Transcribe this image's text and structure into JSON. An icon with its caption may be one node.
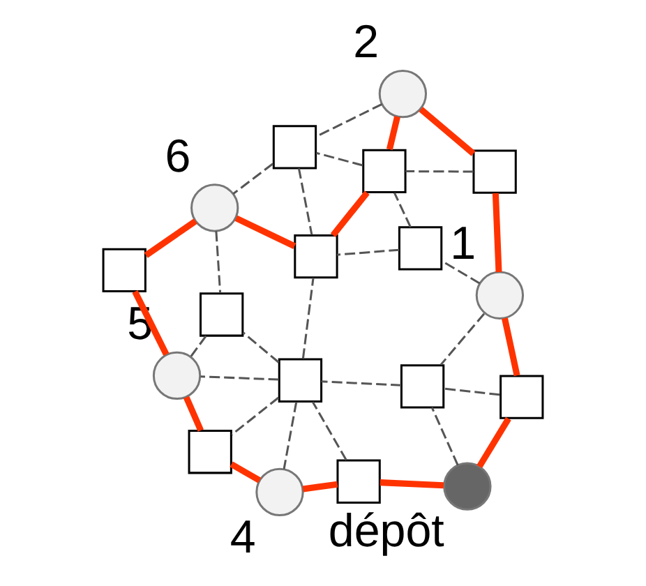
{
  "diagram": {
    "nodes": [
      {
        "text": [],
        "shape": "circle",
        "beside": [
          "dépôt"
        ]
      },
      {
        "text": [],
        "shape": "box"
      },
      {
        "text": [],
        "shape": "box"
      },
      {
        "text": [],
        "shape": "circle",
        "beside": [
          "1"
        ]
      },
      {
        "text": [],
        "shape": "box"
      },
      {
        "text": [],
        "shape": "box"
      },
      {
        "text": [],
        "shape": "box"
      },
      {
        "text": [],
        "shape": "circle",
        "beside": [
          "4"
        ]
      },
      {
        "text": [],
        "shape": "box"
      },
      {
        "text": [],
        "shape": "box"
      },
      {
        "text": [],
        "shape": "circle",
        "beside": [
          "2"
        ]
      },
      {
        "text": [],
        "shape": "box"
      },
      {
        "text": [],
        "shape": "box"
      },
      {
        "text": [],
        "shape": "circle",
        "beside": [
          "5"
        ]
      },
      {
        "text": [],
        "shape": "box"
      },
      {
        "text": [],
        "shape": "box"
      },
      {
        "text": [],
        "shape": "box"
      },
      {
        "text": [],
        "shape": "circle",
        "beside": [
          "6"
        ]
      }
    ],
    "edges": [
      {
        "from": 0,
        "to": 1,
        "arrow": "none",
        "style": "thick",
        "color": "#ff3300"
      },
      {
        "from": 1,
        "to": 3,
        "arrow": "none",
        "style": "thick",
        "color": "#ff3300"
      },
      {
        "from": 3,
        "to": 6,
        "arrow": "none",
        "style": "thick",
        "color": "#ff3300"
      },
      {
        "from": 6,
        "to": 10,
        "arrow": "none",
        "style": "thick",
        "color": "#ff3300"
      },
      {
        "from": 10,
        "to": 9,
        "arrow": "none",
        "style": "thick",
        "color": "#ff3300"
      },
      {
        "from": 9,
        "to": 11,
        "arrow": "none",
        "style": "thick",
        "color": "#ff3300"
      },
      {
        "from": 11,
        "to": 17,
        "arrow": "none",
        "style": "thick",
        "color": "#ff3300"
      },
      {
        "from": 17,
        "to": 16,
        "arrow": "none",
        "style": "thick",
        "color": "#ff3300"
      },
      {
        "from": 16,
        "to": 13,
        "arrow": "none",
        "style": "thick",
        "color": "#ff3300"
      },
      {
        "from": 13,
        "to": 12,
        "arrow": "none",
        "style": "thick",
        "color": "#ff3300"
      },
      {
        "from": 12,
        "to": 7,
        "arrow": "none",
        "style": "thick",
        "color": "#ff3300"
      },
      {
        "from": 7,
        "to": 2,
        "arrow": "none",
        "style": "thick",
        "color": "#ff3300"
      },
      {
        "from": 2,
        "to": 0,
        "arrow": "none",
        "style": "thick",
        "color": "#ff3300"
      },
      {
        "from": 1,
        "to": 4,
        "arrow": "none",
        "style": "dashed"
      },
      {
        "from": 0,
        "to": 4,
        "arrow": "none",
        "style": "dashed"
      },
      {
        "from": 3,
        "to": 4,
        "arrow": "none",
        "style": "dashed"
      },
      {
        "from": 4,
        "to": 8,
        "arrow": "none",
        "style": "dashed"
      },
      {
        "from": 2,
        "to": 8,
        "arrow": "none",
        "style": "dashed"
      },
      {
        "from": 8,
        "to": 7,
        "arrow": "none",
        "style": "dashed"
      },
      {
        "from": 8,
        "to": 12,
        "arrow": "none",
        "style": "dashed"
      },
      {
        "from": 8,
        "to": 13,
        "arrow": "none",
        "style": "dashed"
      },
      {
        "from": 8,
        "to": 11,
        "arrow": "none",
        "style": "dashed"
      },
      {
        "from": 8,
        "to": 14,
        "arrow": "none",
        "style": "dashed"
      },
      {
        "from": 3,
        "to": 5,
        "arrow": "none",
        "style": "dashed"
      },
      {
        "from": 6,
        "to": 9,
        "arrow": "none",
        "style": "dashed"
      },
      {
        "from": 5,
        "to": 9,
        "arrow": "none",
        "style": "dashed"
      },
      {
        "from": 5,
        "to": 11,
        "arrow": "none",
        "style": "dashed"
      },
      {
        "from": 10,
        "to": 15,
        "arrow": "none",
        "style": "dashed"
      },
      {
        "from": 9,
        "to": 15,
        "arrow": "none",
        "style": "dashed"
      },
      {
        "from": 15,
        "to": 11,
        "arrow": "none",
        "style": "dashed"
      },
      {
        "from": 15,
        "to": 17,
        "arrow": "none",
        "style": "dashed"
      },
      {
        "from": 17,
        "to": 14,
        "arrow": "none",
        "style": "dashed"
      },
      {
        "from": 14,
        "to": 13,
        "arrow": "none",
        "style": "dashed"
      }
    ]
  }
}
